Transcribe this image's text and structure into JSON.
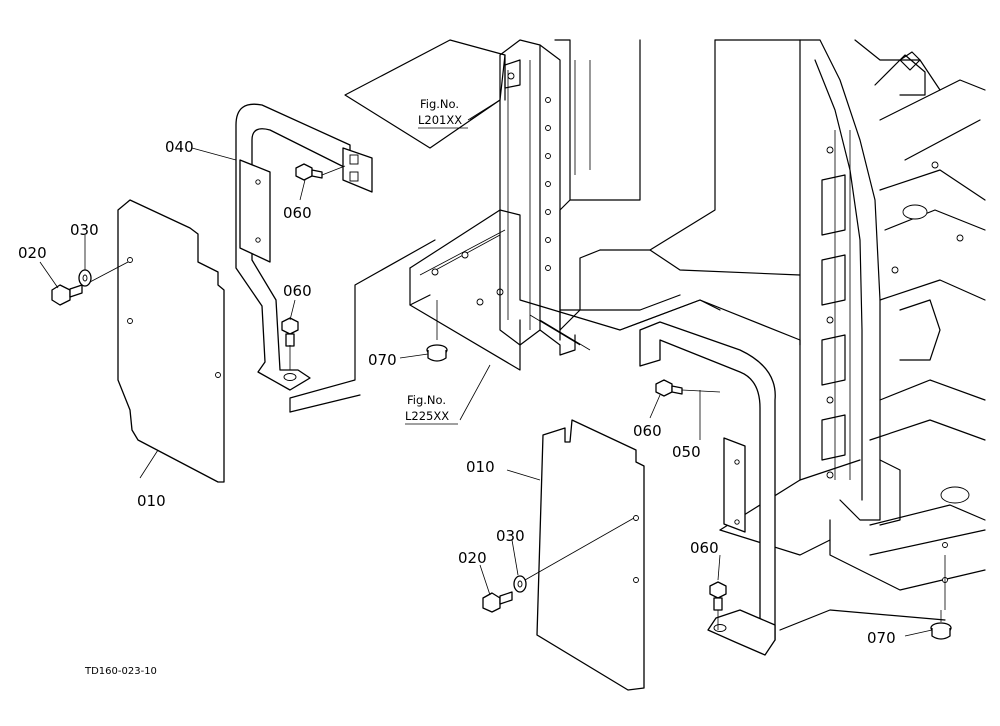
{
  "drawing": {
    "code": "TD160-023-10",
    "references": [
      {
        "line1": "Fig.No.",
        "line2": "L201XX"
      },
      {
        "line1": "Fig.No.",
        "line2": "L225XX"
      }
    ],
    "callouts": {
      "c010_left": "010",
      "c020_left": "020",
      "c030_left": "030",
      "c040": "040",
      "c060_top": "060",
      "c060_mid": "060",
      "c070_left": "070",
      "c010_right": "010",
      "c020_right": "020",
      "c030_right": "030",
      "c050": "050",
      "c060_right_top": "060",
      "c060_right_bot": "060",
      "c070_right": "070"
    }
  }
}
